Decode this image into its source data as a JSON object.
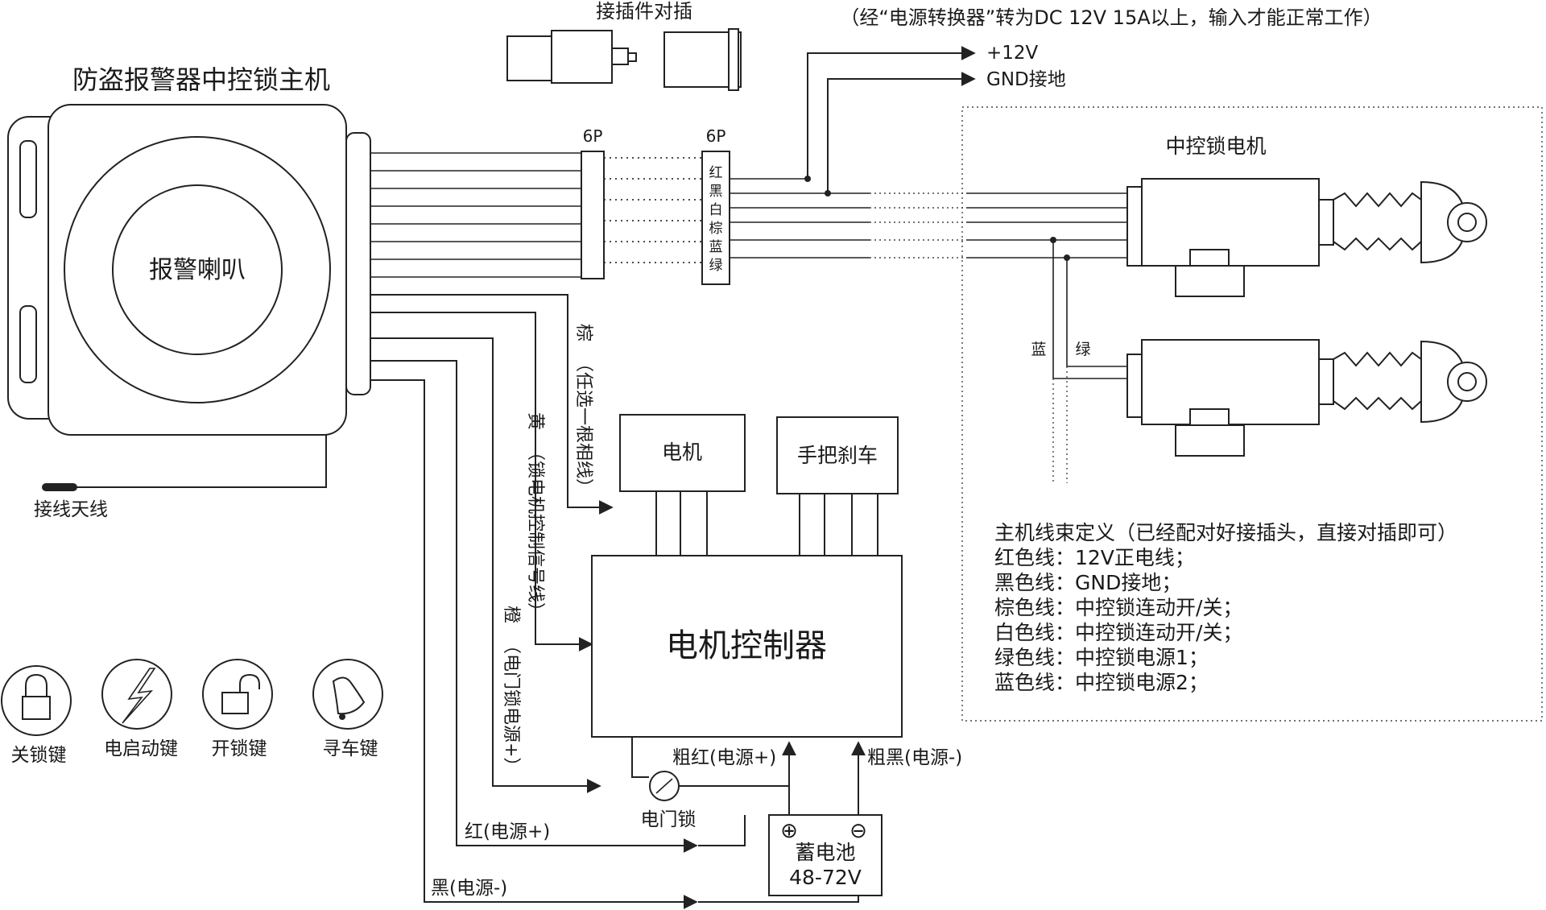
{
  "connector": {
    "title": "接插件对插",
    "pin_left": "6P",
    "pin_right": "6P",
    "pin_colors": [
      "红",
      "黑",
      "白",
      "棕",
      "蓝",
      "绿"
    ]
  },
  "power_note": "（经“电源转换器”转为DC 12V 15A以上，输入才能正常工作）",
  "power_plus": "+12V",
  "power_gnd": "GND接地",
  "host": {
    "title": "防盗报警器中控锁主机",
    "speaker": "报警喇叭",
    "antenna": "接线天线"
  },
  "lock_motor": {
    "title": "中控锁电机",
    "blue": "蓝",
    "green": "绿"
  },
  "wires": {
    "brown": "棕",
    "brown_note": "（任选一根相线）",
    "yellow": "黄",
    "yellow_note": "（锁电机控制信号线）",
    "orange": "橙",
    "orange_note": "（电门锁电源+）",
    "red": "红(电源+)",
    "black": "黑(电源-)"
  },
  "motor_box": "电机",
  "brake_box": "手把刹车",
  "controller": "电机控制器",
  "thick_red": "粗红(电源+)",
  "thick_black": "粗黑(电源-)",
  "ignition": "电门锁",
  "battery": {
    "line1": "蓄电池",
    "line2": "48-72V",
    "plus": "⊕",
    "minus": "⊖"
  },
  "keys": [
    {
      "label": "关锁键",
      "icon": "locked-padlock-icon"
    },
    {
      "label": "电启动键",
      "icon": "lightning-icon"
    },
    {
      "label": "开锁键",
      "icon": "unlocked-padlock-icon"
    },
    {
      "label": "寻车键",
      "icon": "bell-icon"
    }
  ],
  "legend": {
    "title": "主机线束定义（已经配对好接插头，直接对插即可）",
    "items": [
      "红色线：12V正电线；",
      "黑色线：GND接地；",
      "棕色线：中控锁连动开/关；",
      "白色线：中控锁连动开/关；",
      "绿色线：中控锁电源1；",
      "蓝色线：中控锁电源2；"
    ]
  }
}
